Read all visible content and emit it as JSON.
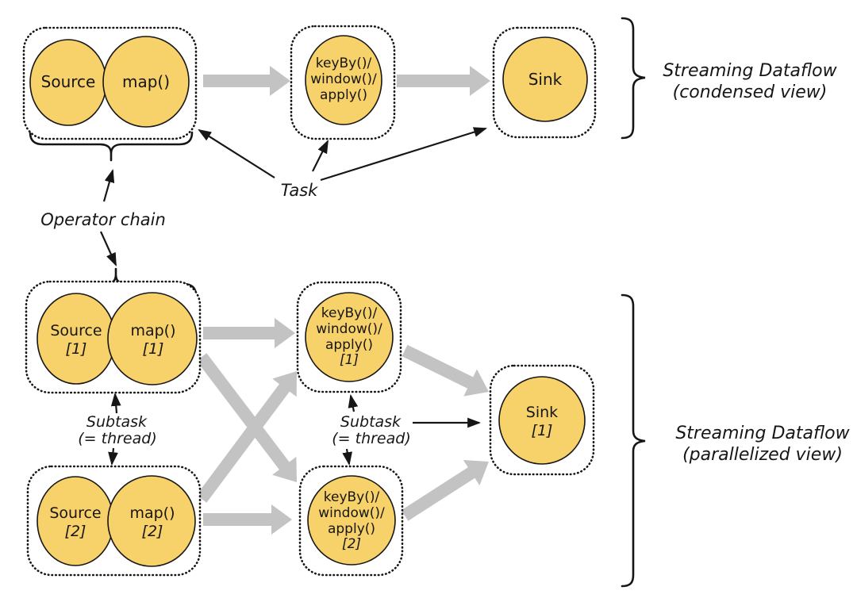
{
  "colors": {
    "node_fill": "#f7d169",
    "flow_arrow": "#c3c3c3",
    "line": "#161616",
    "background": "#ffffff"
  },
  "condensed": {
    "source": "Source",
    "map": "map()",
    "keyby_lines": [
      "keyBy()/",
      "window()/",
      "apply()"
    ],
    "sink": "Sink",
    "bracket_lines": [
      "Streaming Dataflow",
      "(condensed view)"
    ]
  },
  "parallelized": {
    "source1": [
      "Source",
      "[1]"
    ],
    "map1": [
      "map()",
      "[1]"
    ],
    "source2": [
      "Source",
      "[2]"
    ],
    "map2": [
      "map()",
      "[2]"
    ],
    "keyby1": [
      "keyBy()/",
      "window()/",
      "apply()",
      "[1]"
    ],
    "keyby2": [
      "keyBy()/",
      "window()/",
      "apply()",
      "[2]"
    ],
    "sink1": [
      "Sink",
      "[1]"
    ],
    "bracket_lines": [
      "Streaming Dataflow",
      "(parallelized view)"
    ]
  },
  "annotations": {
    "task": "Task",
    "operator_chain": "Operator chain",
    "subtask_left": [
      "Subtask",
      "(= thread)"
    ],
    "subtask_middle": [
      "Subtask",
      "(= thread)"
    ]
  }
}
